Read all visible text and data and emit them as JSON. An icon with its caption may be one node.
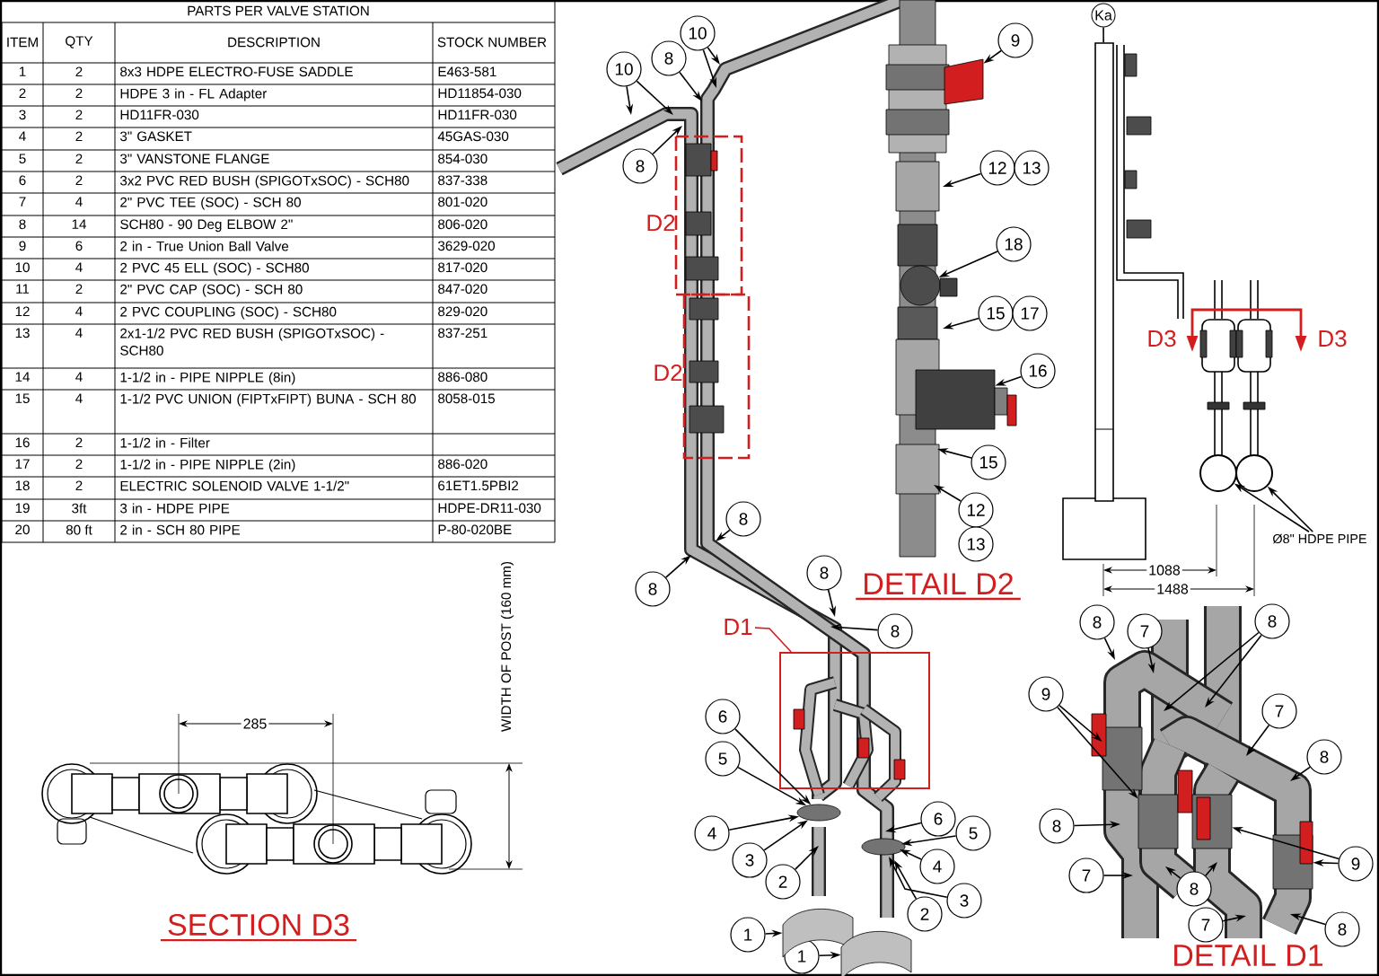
{
  "diagram": {
    "nodes": [
      {
        "text": [
          "10"
        ]
      },
      {
        "text": [
          "8"
        ]
      },
      {
        "text": [
          "10"
        ]
      },
      {
        "text": [
          "8"
        ]
      },
      {
        "text": [
          "8"
        ]
      },
      {
        "text": [
          "8"
        ]
      },
      {
        "text": [
          "8"
        ]
      },
      {
        "text": [
          "8"
        ]
      },
      {
        "text": [
          "6"
        ]
      },
      {
        "text": [
          "5"
        ]
      },
      {
        "text": [
          "4"
        ]
      },
      {
        "text": [
          "3"
        ]
      },
      {
        "text": [
          "2"
        ]
      },
      {
        "text": [
          "1"
        ]
      },
      {
        "text": [
          "1"
        ]
      },
      {
        "text": [
          "6"
        ]
      },
      {
        "text": [
          "5"
        ]
      },
      {
        "text": [
          "4"
        ]
      },
      {
        "text": [
          "3"
        ]
      },
      {
        "text": [
          "2"
        ]
      },
      {
        "text": [
          "9"
        ]
      },
      {
        "text": [
          "12"
        ]
      },
      {
        "text": [
          "13"
        ]
      },
      {
        "text": [
          "18"
        ]
      },
      {
        "text": [
          "15"
        ]
      },
      {
        "text": [
          "17"
        ]
      },
      {
        "text": [
          "16"
        ]
      },
      {
        "text": [
          "15"
        ]
      },
      {
        "text": [
          "12"
        ]
      },
      {
        "text": [
          "13"
        ]
      },
      {
        "text": [
          "Ka"
        ]
      },
      {
        "text": [
          "Ø8\" HDPE PIPE"
        ]
      },
      {
        "text": [
          "8"
        ]
      },
      {
        "text": [
          "7"
        ]
      },
      {
        "text": [
          "8"
        ]
      },
      {
        "text": [
          "9"
        ]
      },
      {
        "text": [
          "7"
        ]
      },
      {
        "text": [
          "8"
        ]
      },
      {
        "text": [
          "8"
        ]
      },
      {
        "text": [
          "9"
        ]
      },
      {
        "text": [
          "7"
        ]
      },
      {
        "text": [
          "8"
        ]
      },
      {
        "text": [
          "7"
        ]
      },
      {
        "text": [
          "8"
        ]
      },
      {
        "text": [],
        "shape": "box"
      },
      {
        "text": [
          "D1"
        ]
      },
      {
        "text": [],
        "shape": "box"
      },
      {
        "text": [],
        "shape": "circle"
      },
      {
        "text": [],
        "shape": "circle"
      },
      {
        "text": [],
        "shape": "picture"
      },
      {
        "text": [],
        "shape": "circle"
      },
      {
        "text": [],
        "shape": "box"
      },
      {
        "text": [],
        "shape": "picture"
      },
      {
        "text": [],
        "shape": "picture"
      },
      {
        "text": [],
        "shape": "box"
      },
      {
        "text": [],
        "shape": "box"
      },
      {
        "text": [],
        "shape": "box"
      },
      {
        "text": [],
        "shape": "box"
      },
      {
        "text": [],
        "shape": "ellipse"
      }
    ],
    "edges": [
      {
        "from": 0,
        "to": null,
        "arrow": "to"
      },
      {
        "from": 0,
        "to": null,
        "arrow": "to"
      },
      {
        "from": 1,
        "to": null,
        "arrow": "to"
      },
      {
        "from": 2,
        "to": null,
        "arrow": "to"
      },
      {
        "from": 2,
        "to": null,
        "arrow": "to"
      },
      {
        "from": 3,
        "to": null,
        "arrow": "to"
      },
      {
        "from": 4,
        "to": null,
        "arrow": "to"
      },
      {
        "from": 5,
        "to": null,
        "arrow": "to"
      },
      {
        "from": 6,
        "to": null,
        "arrow": "to"
      },
      {
        "from": 7,
        "to": null,
        "arrow": "to"
      },
      {
        "from": 8,
        "to": 58,
        "arrow": "to"
      },
      {
        "from": 9,
        "to": 58,
        "arrow": "to"
      },
      {
        "from": 10,
        "to": 58,
        "arrow": "to"
      },
      {
        "from": 11,
        "to": 58,
        "arrow": "to"
      },
      {
        "from": 12,
        "to": null,
        "arrow": "to"
      },
      {
        "from": 13,
        "to": 52,
        "arrow": "to"
      },
      {
        "from": 14,
        "to": 53,
        "arrow": "to"
      },
      {
        "from": 15,
        "to": null,
        "arrow": "to"
      },
      {
        "from": 16,
        "to": null,
        "arrow": "to"
      },
      {
        "from": 17,
        "to": null,
        "arrow": "to"
      },
      {
        "from": 18,
        "to": null,
        "arrow": "to"
      },
      {
        "from": 19,
        "to": null,
        "arrow": "to"
      },
      {
        "from": 20,
        "to": 49,
        "arrow": "to"
      },
      {
        "from": 21,
        "to": null,
        "arrow": "to"
      },
      {
        "from": 23,
        "to": 50,
        "arrow": "to"
      },
      {
        "from": 24,
        "to": null,
        "arrow": "to"
      },
      {
        "from": 26,
        "to": 51,
        "arrow": "to"
      },
      {
        "from": 27,
        "to": null,
        "arrow": "to"
      },
      {
        "from": 28,
        "to": null,
        "arrow": "to"
      },
      {
        "from": 30,
        "to": 46,
        "arrow": "none"
      },
      {
        "from": 31,
        "to": 47,
        "arrow": "to"
      },
      {
        "from": 31,
        "to": 48,
        "arrow": "to"
      },
      {
        "from": 32,
        "to": null,
        "arrow": "to"
      },
      {
        "from": 33,
        "to": null,
        "arrow": "to"
      },
      {
        "from": 34,
        "to": null,
        "arrow": "to"
      },
      {
        "from": 34,
        "to": null,
        "arrow": "to"
      },
      {
        "from": 35,
        "to": 54,
        "arrow": "to"
      },
      {
        "from": 35,
        "to": 55,
        "arrow": "to"
      },
      {
        "from": 36,
        "to": null,
        "arrow": "to"
      },
      {
        "from": 37,
        "to": null,
        "arrow": "to"
      },
      {
        "from": 38,
        "to": null,
        "arrow": "to"
      },
      {
        "from": 39,
        "to": 56,
        "arrow": "to"
      },
      {
        "from": 39,
        "to": 57,
        "arrow": "to"
      },
      {
        "from": 40,
        "to": null,
        "arrow": "to"
      },
      {
        "from": 41,
        "to": null,
        "arrow": "to"
      },
      {
        "from": 41,
        "to": null,
        "arrow": "to"
      },
      {
        "from": 42,
        "to": null,
        "arrow": "to"
      },
      {
        "from": 43,
        "to": null,
        "arrow": "to"
      },
      {
        "from": 45,
        "to": 44,
        "arrow": "none",
        "color": "#d21e1e"
      }
    ],
    "labels": [
      "PARTS PER VALVE STATION",
      "ITEM",
      "QTY",
      "DESCRIPTION",
      "STOCK NUMBER",
      "1",
      "2",
      "8x3 HDPE ELECTRO-FUSE SADDLE",
      "E463-581",
      "2",
      "2",
      "HDPE 3 in - FL Adapter",
      "HD11854-030",
      "3",
      "2",
      "HD11FR-030",
      "HD11FR-030",
      "4",
      "2",
      "3\" GASKET",
      "45GAS-030",
      "5",
      "2",
      "3\" VANSTONE FLANGE",
      "854-030",
      "6",
      "2",
      "3x2 PVC RED BUSH (SPIGOTxSOC) - SCH80",
      "837-338",
      "7",
      "4",
      "2\" PVC TEE (SOC) - SCH 80",
      "801-020",
      "8",
      "14",
      "SCH80 - 90 Deg ELBOW 2\"",
      "806-020",
      "9",
      "6",
      "2 in - True Union Ball Valve",
      "3629-020",
      "10",
      "4",
      "2 PVC 45 ELL (SOC) - SCH80",
      "817-020",
      "11",
      "2",
      "2\" PVC CAP (SOC) - SCH 80",
      "847-020",
      "12",
      "4",
      "2 PVC COUPLING (SOC) - SCH80",
      "829-020",
      "13",
      "4",
      "2x1-1/2 PVC RED BUSH (SPIGOTxSOC) - SCH80",
      "837-251",
      "14",
      "4",
      "1-1/2 in - PIPE NIPPLE (8in)",
      "886-080",
      "15",
      "4",
      "1-1/2 PVC UNION (FIPTxFIPT) BUNA - SCH 80",
      "8058-015",
      "16",
      "2",
      "1-1/2 in - Filter",
      "17",
      "2",
      "1-1/2 in - PIPE NIPPLE (2in)",
      "886-020",
      "18",
      "2",
      "ELECTRIC SOLENOID VALVE 1-1/2\"",
      "61ET1.5PBI2",
      "19",
      "3ft",
      "3 in - HDPE PIPE",
      "HDPE-DR11-030",
      "20",
      "80 ft",
      "2 in - SCH 80 PIPE",
      "P-80-020BE",
      "D2",
      "D2",
      "DETAIL D2",
      "DETAIL D1",
      "SECTION D3",
      "D3",
      "D3",
      "285",
      "WIDTH OF POST (160 mm)",
      "1088",
      "1488"
    ]
  }
}
